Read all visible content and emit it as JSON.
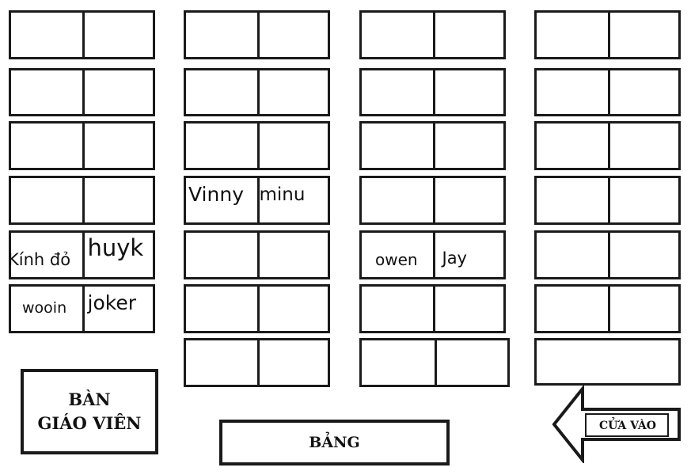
{
  "labels": {
    "teacher_desk_line1": "BÀN",
    "teacher_desk_line2": "GIÁO VIÊN",
    "board": "BẢNG",
    "door": "CỬA VÀO"
  },
  "students": {
    "c1r5_left": "Kính đỏ",
    "c1r5_right": "huyk",
    "c1r6_left": "wooin",
    "c1r6_right": "joker",
    "c2r4_left": "Vinny",
    "c2r4_right": "minu",
    "c3r5_left": "owen",
    "c3r5_right": "Jay"
  },
  "colors": {
    "line": "#1a1a1a",
    "background": "#ffffff",
    "text": "#111111"
  },
  "icons": {
    "door": "left-arrow-icon"
  }
}
